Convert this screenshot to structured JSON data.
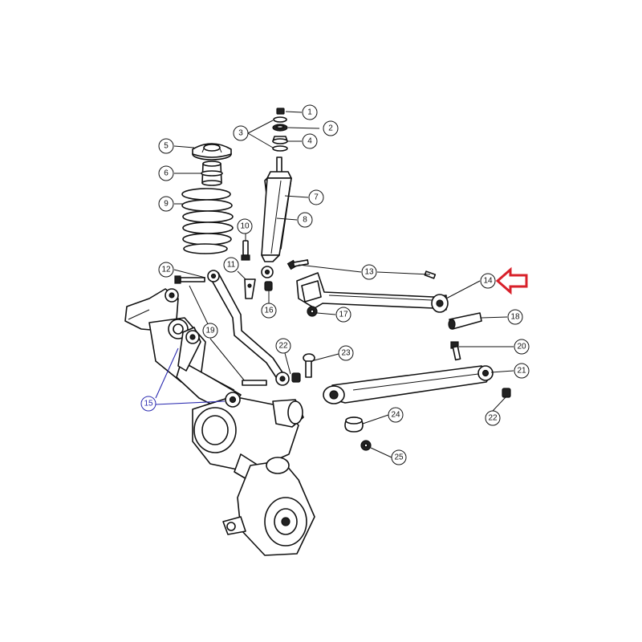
{
  "diagram": {
    "callouts": [
      {
        "id": "c1",
        "label": "1"
      },
      {
        "id": "c2",
        "label": "2"
      },
      {
        "id": "c3",
        "label": "3"
      },
      {
        "id": "c4",
        "label": "4"
      },
      {
        "id": "c5",
        "label": "5"
      },
      {
        "id": "c6",
        "label": "6"
      },
      {
        "id": "c7",
        "label": "7"
      },
      {
        "id": "c8",
        "label": "8"
      },
      {
        "id": "c9",
        "label": "9"
      },
      {
        "id": "c10",
        "label": "10"
      },
      {
        "id": "c11",
        "label": "11"
      },
      {
        "id": "c12",
        "label": "12"
      },
      {
        "id": "c13",
        "label": "13"
      },
      {
        "id": "c14",
        "label": "14"
      },
      {
        "id": "c15",
        "label": "15"
      },
      {
        "id": "c16",
        "label": "16"
      },
      {
        "id": "c17",
        "label": "17"
      },
      {
        "id": "c18",
        "label": "18"
      },
      {
        "id": "c19",
        "label": "19"
      },
      {
        "id": "c20",
        "label": "20"
      },
      {
        "id": "c21",
        "label": "21"
      },
      {
        "id": "c22a",
        "label": "22"
      },
      {
        "id": "c22b",
        "label": "22"
      },
      {
        "id": "c23",
        "label": "23"
      },
      {
        "id": "c24",
        "label": "24"
      },
      {
        "id": "c25",
        "label": "25"
      }
    ],
    "highlight": {
      "part": "14",
      "arrow_color": "#d8202a"
    },
    "colors": {
      "line": "#111111",
      "callout_15": "#2b2bb0"
    }
  }
}
